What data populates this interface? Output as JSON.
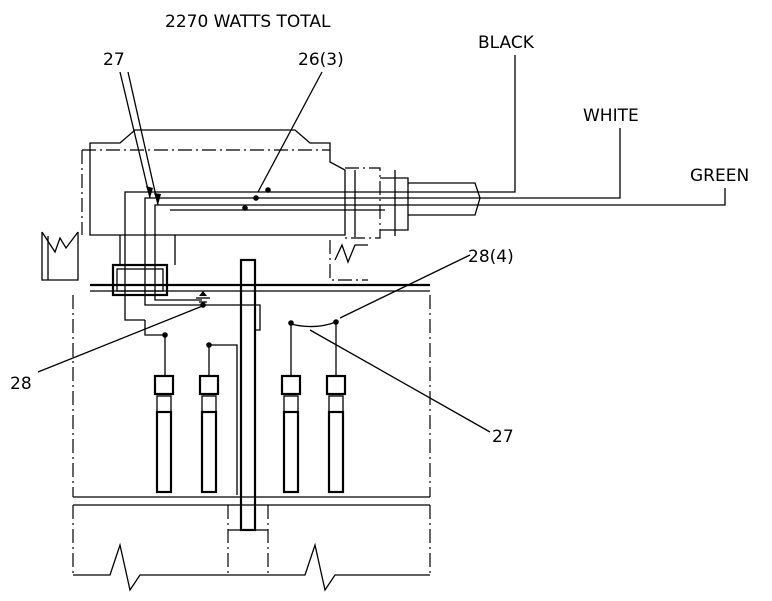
{
  "title": "2270 WATTS TOTAL",
  "wires": {
    "black": "BLACK",
    "white": "WHITE",
    "green": "GREEN"
  },
  "callouts": {
    "c27_top": "27",
    "c26": "26(3)",
    "c28_4": "28(4)",
    "c28": "28",
    "c27_bottom": "27"
  }
}
